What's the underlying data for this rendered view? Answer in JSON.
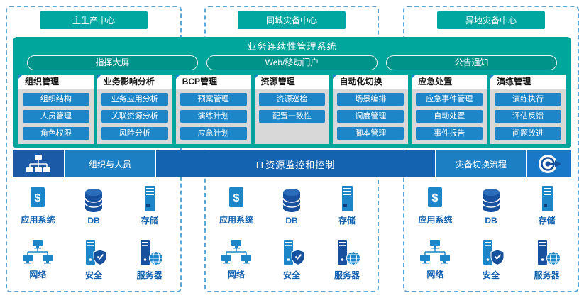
{
  "colors": {
    "teal": "#00a69b",
    "teal_dark": "#00938a",
    "item_blue": "#1c86c8",
    "navy": "#17519e",
    "band_navy": "#1b5aa6",
    "band_blue": "#1c7ec3",
    "band_deep_blue": "#1463b0",
    "panel_gray": "#d8d8d8",
    "dashed_border_blue": "#5aa7da",
    "label_blue": "#1060ae"
  },
  "centers": [
    {
      "title": "主生产中心"
    },
    {
      "title": "同城灾备中心"
    },
    {
      "title": "异地灾备中心"
    }
  ],
  "system": {
    "title": "业务连续性管理系统",
    "portals": [
      "指挥大屏",
      "Web/移动门户",
      "公告通知"
    ],
    "modules": [
      {
        "title": "组织管理",
        "items": [
          "组织结构",
          "人员管理",
          "角色权限"
        ]
      },
      {
        "title": "业务影响分析",
        "items": [
          "业务应用分析",
          "关联资源分析",
          "风险分析"
        ]
      },
      {
        "title": "BCP管理",
        "items": [
          "预案管理",
          "演练计划",
          "应急计划"
        ]
      },
      {
        "title": "资源管理",
        "items": [
          "资源巡检",
          "配置一致性"
        ]
      },
      {
        "title": "自动化切换",
        "items": [
          "场景编排",
          "调度管理",
          "脚本管理"
        ]
      },
      {
        "title": "应急处置",
        "items": [
          "应急事件管理",
          "自动处置",
          "事件报告"
        ]
      },
      {
        "title": "演练管理",
        "items": [
          "演练执行",
          "评估反馈",
          "问题改进"
        ]
      }
    ]
  },
  "band": {
    "org_label": "组织与人员",
    "it_label": "IT资源监控和控制",
    "dr_label": "灾备切换流程",
    "left_icon": "org-network-icon",
    "right_icon": "target-arrow-icon"
  },
  "infrastructure": {
    "items": [
      {
        "label": "应用系统",
        "icon": "app-system-icon"
      },
      {
        "label": "DB",
        "icon": "database-icon"
      },
      {
        "label": "存储",
        "icon": "storage-icon"
      },
      {
        "label": "网络",
        "icon": "network-icon"
      },
      {
        "label": "安全",
        "icon": "security-icon"
      },
      {
        "label": "服务器",
        "icon": "server-icon"
      }
    ]
  }
}
